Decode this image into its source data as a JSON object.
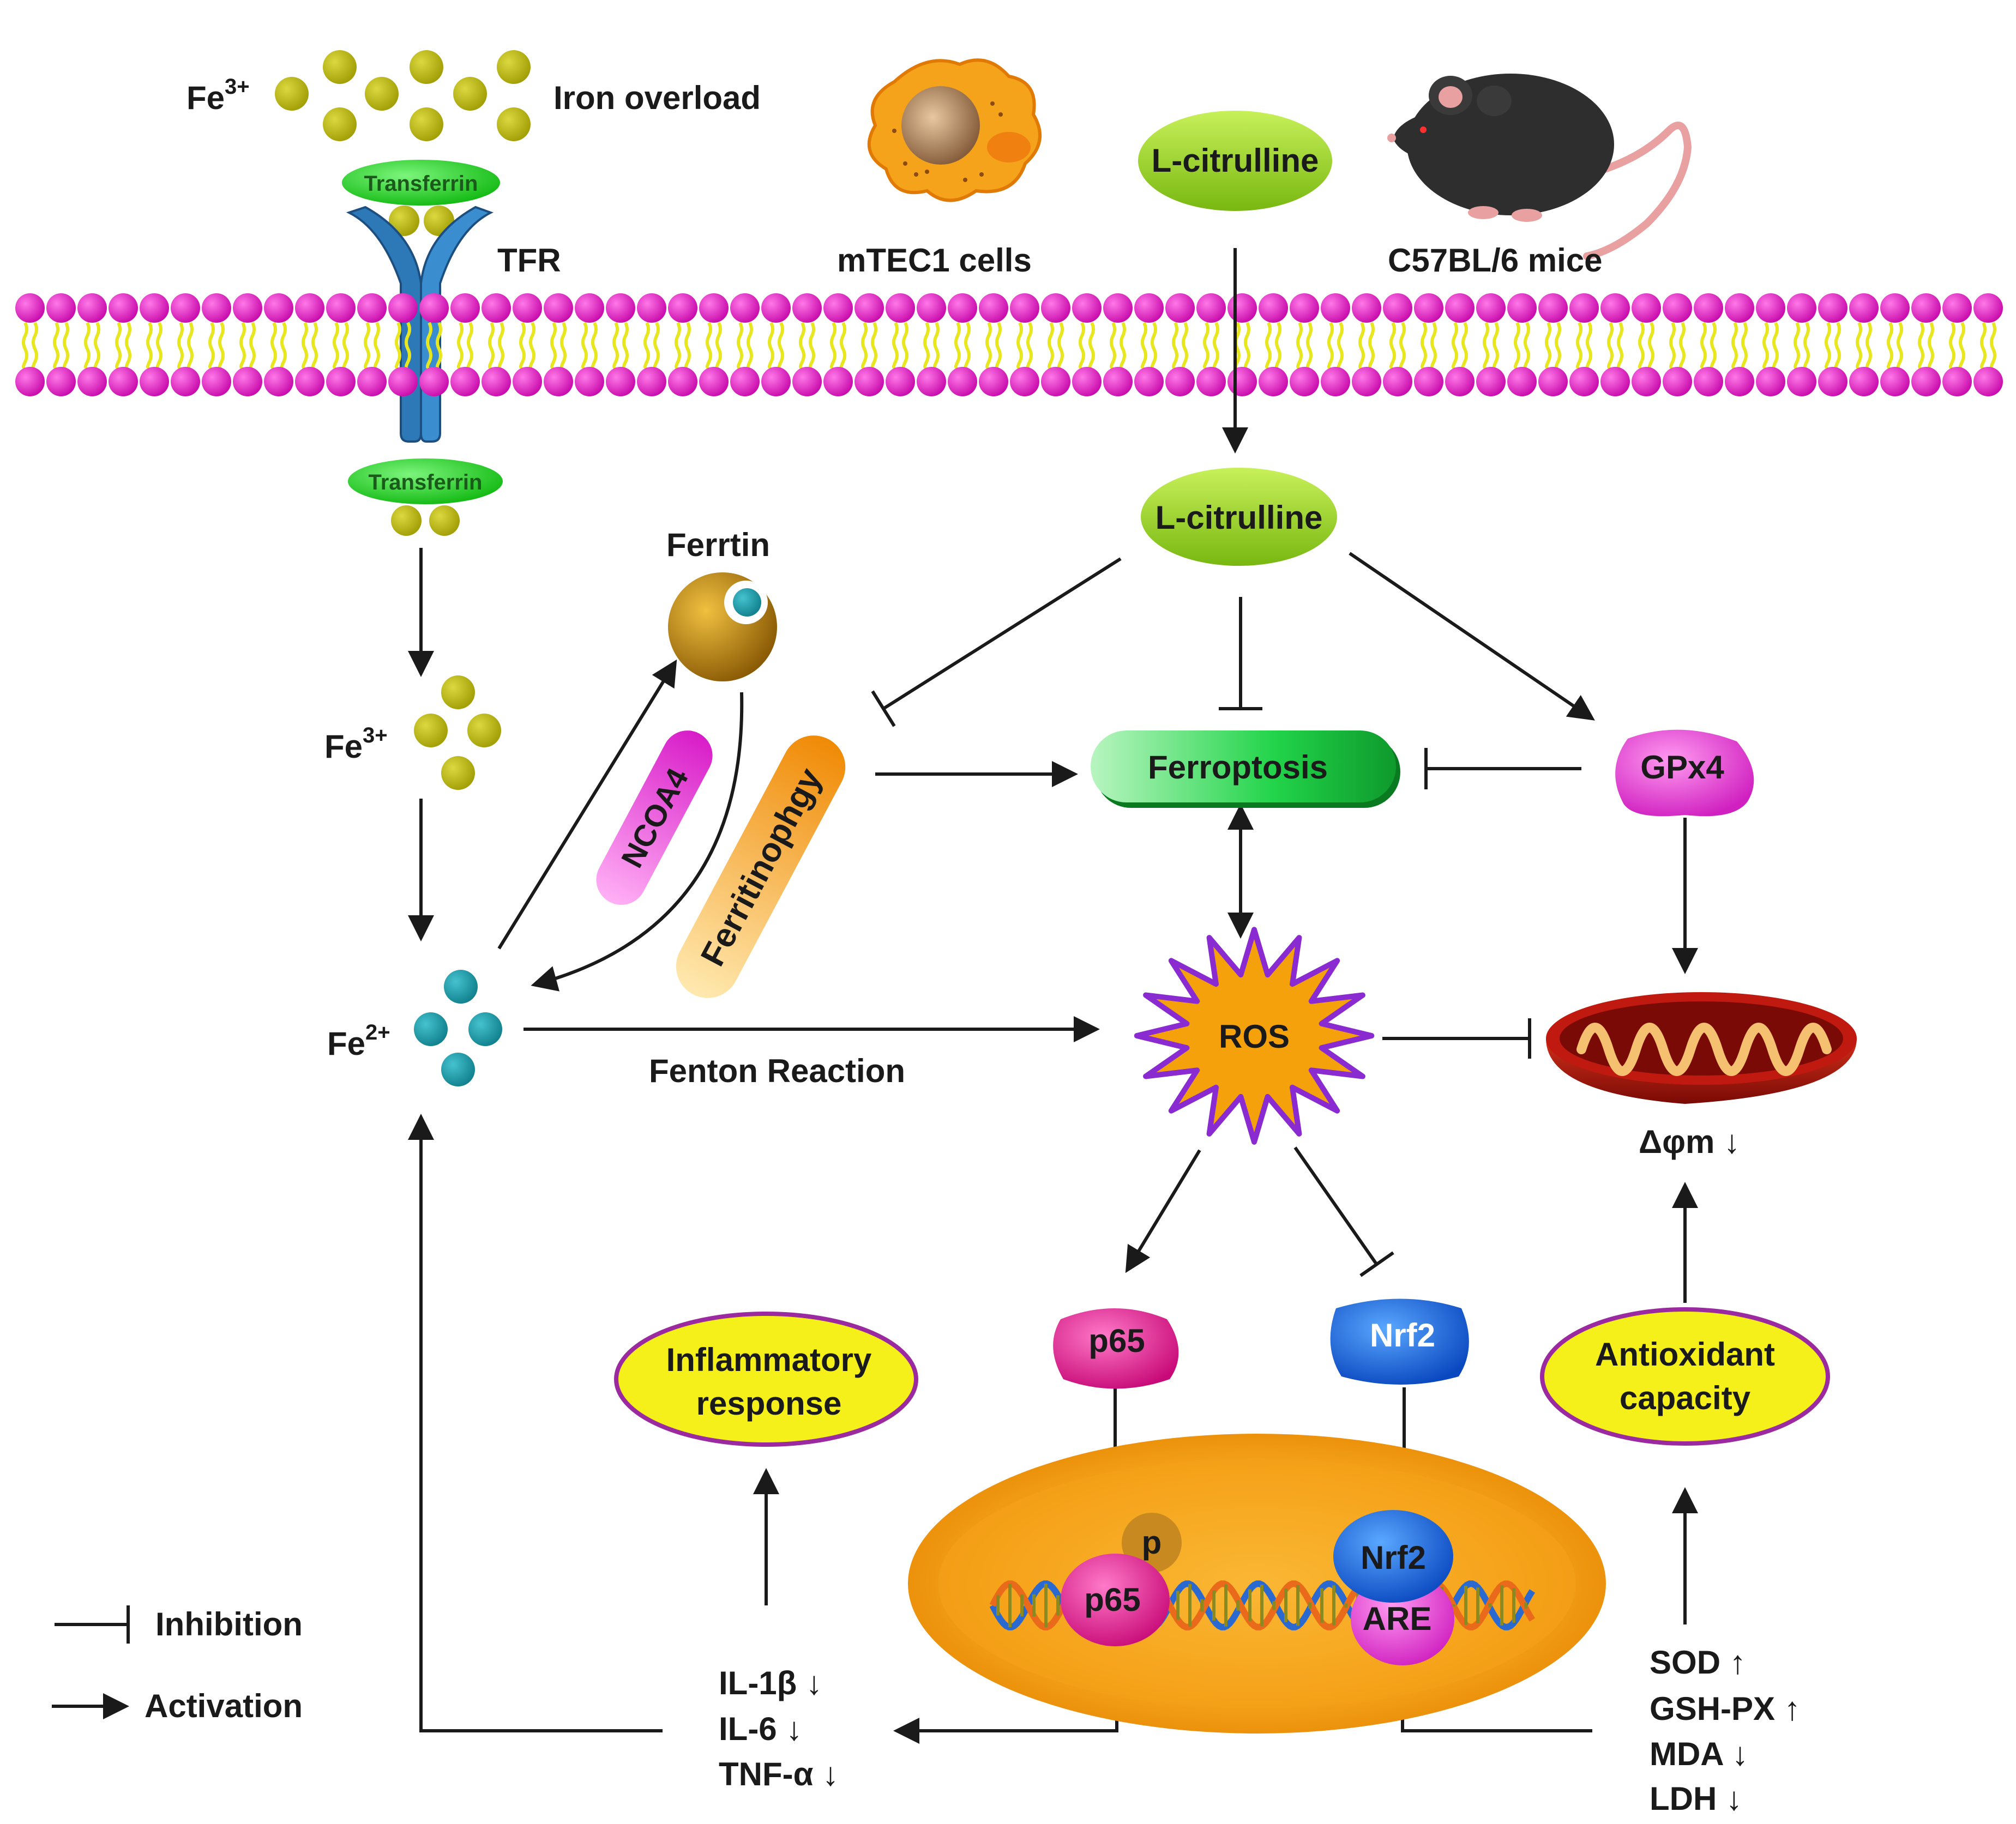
{
  "colors": {
    "iron_fe3": "#b5b20a",
    "iron_fe2": "#1a9aa8",
    "membrane_head": "#e81ec9",
    "membrane_tail": "#e8e61e",
    "transferrin": "#1fd41f",
    "receptor": "#2d79b8",
    "citrulline": "#9ad421",
    "ferroptosis": "#22d44a",
    "gpx4": "#e84ed9",
    "ros": "#f5a10c",
    "ros_outline": "#8a2bd1",
    "p65": "#e8239a",
    "nrf2": "#1f6ee8",
    "nucleus": "#f5a31a",
    "ellipse_yellow": "#f5f01a",
    "ellipse_outline": "#9b2aa0",
    "mitochondria": "#a8160f",
    "arrow": "#1a1a1a"
  },
  "icons": {
    "cell": "mtec1-cell-icon",
    "mouse": "c57bl6-mouse-icon",
    "ferritin": "ferritin-icon",
    "mitochondria": "mitochondria-icon",
    "dna": "dna-helix-icon"
  },
  "labels": {
    "fe3_top": "Fe",
    "fe3_top_sup": "3+",
    "iron_overload": "Iron overload",
    "transferrin_top": "Transferrin",
    "tfr": "TFR",
    "mtec1": "mTEC1 cells",
    "citrulline_outside": "L-citrulline",
    "mice": "C57BL/6 mice",
    "transferrin_bottom": "Transferrin",
    "citrulline_inside": "L-citrulline",
    "ferritin": "Ferrtin",
    "fe3_mid": "Fe",
    "fe3_mid_sup": "3+",
    "ncoa4": "NCOA4",
    "ferritinophagy": "Ferritinophgy",
    "ferroptosis": "Ferroptosis",
    "gpx4": "GPx4",
    "fe2": "Fe",
    "fe2_sup": "2+",
    "ros": "ROS",
    "fenton": "Fenton Reaction",
    "delta_psi": "Δφm ↓",
    "p65": "p65",
    "nrf2": "Nrf2",
    "inflammatory_line1": "Inflammatory",
    "inflammatory_line2": "response",
    "antioxidant_line1": "Antioxidant",
    "antioxidant_line2": "capacity",
    "p_phospho": "p",
    "p65_nucleus": "p65",
    "nrf2_nucleus": "Nrf2",
    "are": "ARE",
    "inhibition": "Inhibition",
    "activation": "Activation",
    "cytokines": [
      "IL-1β ↓",
      "IL-6 ↓",
      "TNF-α ↓"
    ],
    "markers": [
      "SOD ↑",
      "GSH-PX ↑",
      "MDA ↓",
      "LDH ↓"
    ]
  }
}
